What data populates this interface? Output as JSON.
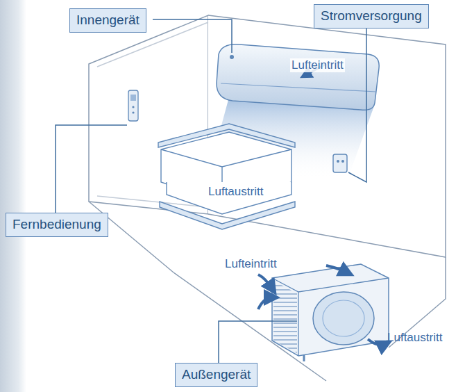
{
  "diagram": {
    "nodes": [
      {
        "text": [
          "Innengerät"
        ]
      },
      {
        "text": [
          "Stromversorgung"
        ]
      },
      {
        "text": [
          "Fernbedienung"
        ]
      },
      {
        "text": [
          "Außengerät"
        ]
      }
    ],
    "labels": [
      "Lufteintritt",
      "Luftaustritt",
      "Lufteintritt",
      "Luftaustritt"
    ]
  }
}
